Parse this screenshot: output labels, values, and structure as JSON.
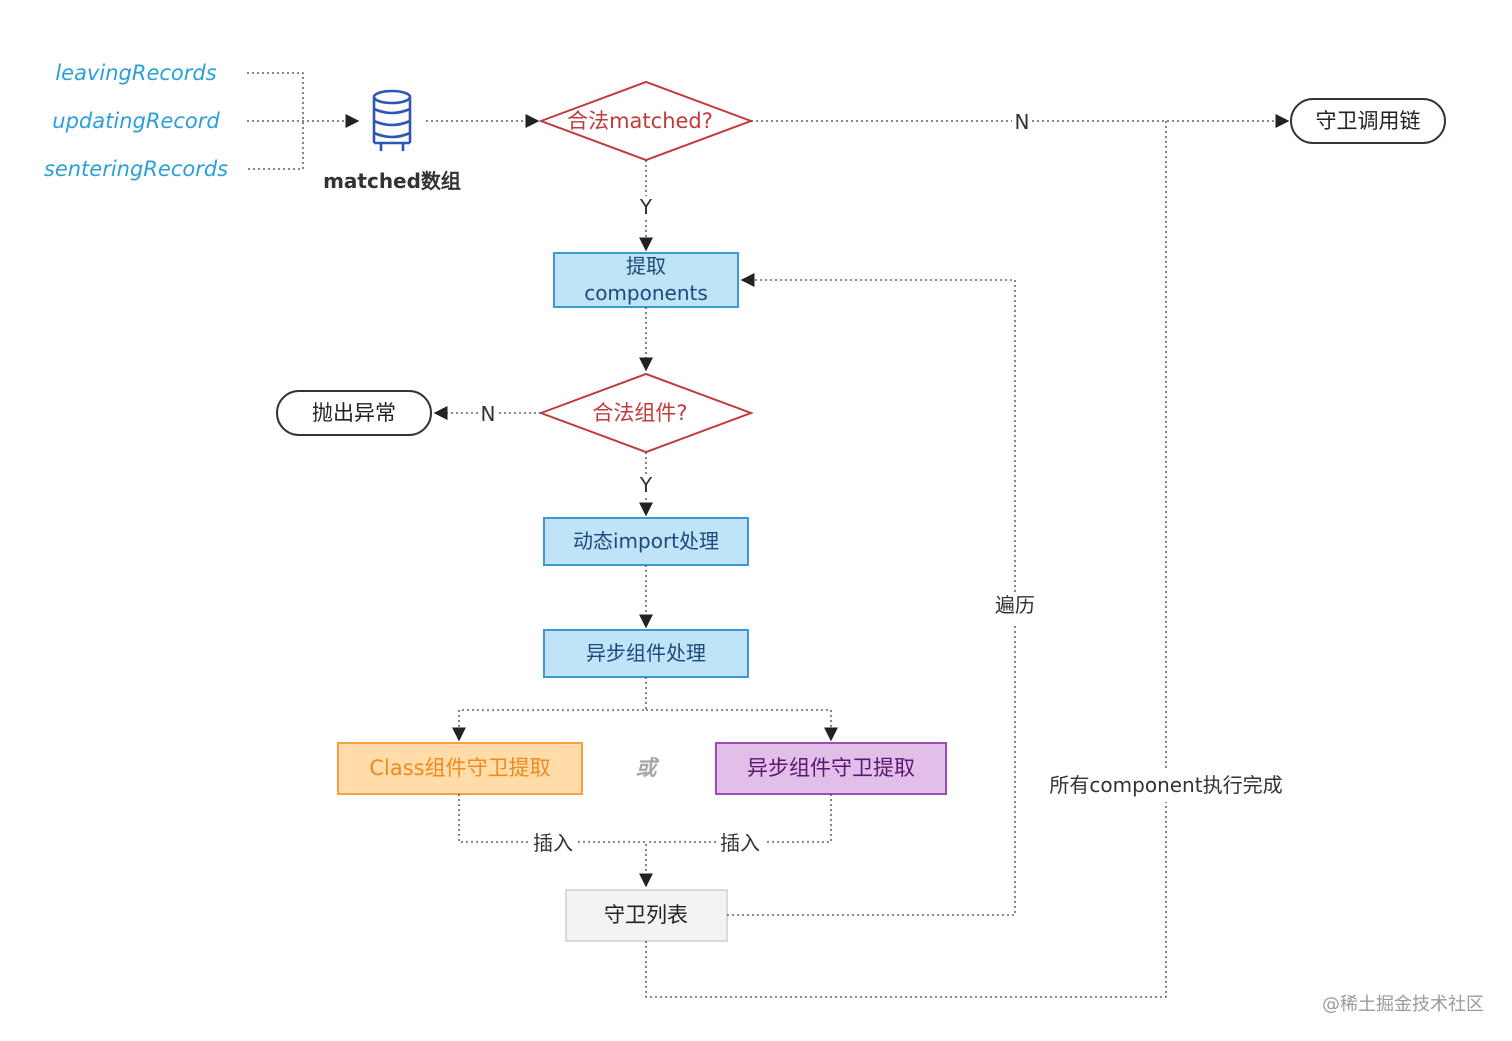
{
  "inputs": {
    "leaving": "leavingRecords",
    "updating": "updatingRecord",
    "entering": "senteringRecords"
  },
  "database": {
    "label": "matched数组",
    "icon": "database-icon"
  },
  "decisions": {
    "matched_valid": "合法matched?",
    "component_valid": "合法组件?"
  },
  "process": {
    "extract_components_line1": "提取",
    "extract_components_line2": "components",
    "dynamic_import": "动态import处理",
    "async_component": "异步组件处理",
    "class_guard_extract": "Class组件守卫提取",
    "async_guard_extract": "异步组件守卫提取",
    "guard_list": "守卫列表"
  },
  "terminals": {
    "guard_chain": "守卫调用链",
    "throw_exception": "抛出异常"
  },
  "edge_labels": {
    "no_top": "N",
    "yes_top": "Y",
    "no_mid": "N",
    "yes_mid": "Y",
    "or": "或",
    "insert_left": "插入",
    "insert_right": "插入",
    "traverse": "遍历",
    "all_done": "所有component执行完成"
  },
  "watermark": "@稀土掘金技术社区",
  "colors": {
    "input_text": "#2aa0d8",
    "decision_stroke": "#c23a3a",
    "process_fill": "#bfe3f7",
    "process_stroke": "#3d98d3",
    "class_fill": "#ffdca8",
    "class_stroke": "#f2a23e",
    "async_fill": "#e2bfe8",
    "async_stroke": "#a24ab8",
    "db_icon": "#2f55b5"
  }
}
